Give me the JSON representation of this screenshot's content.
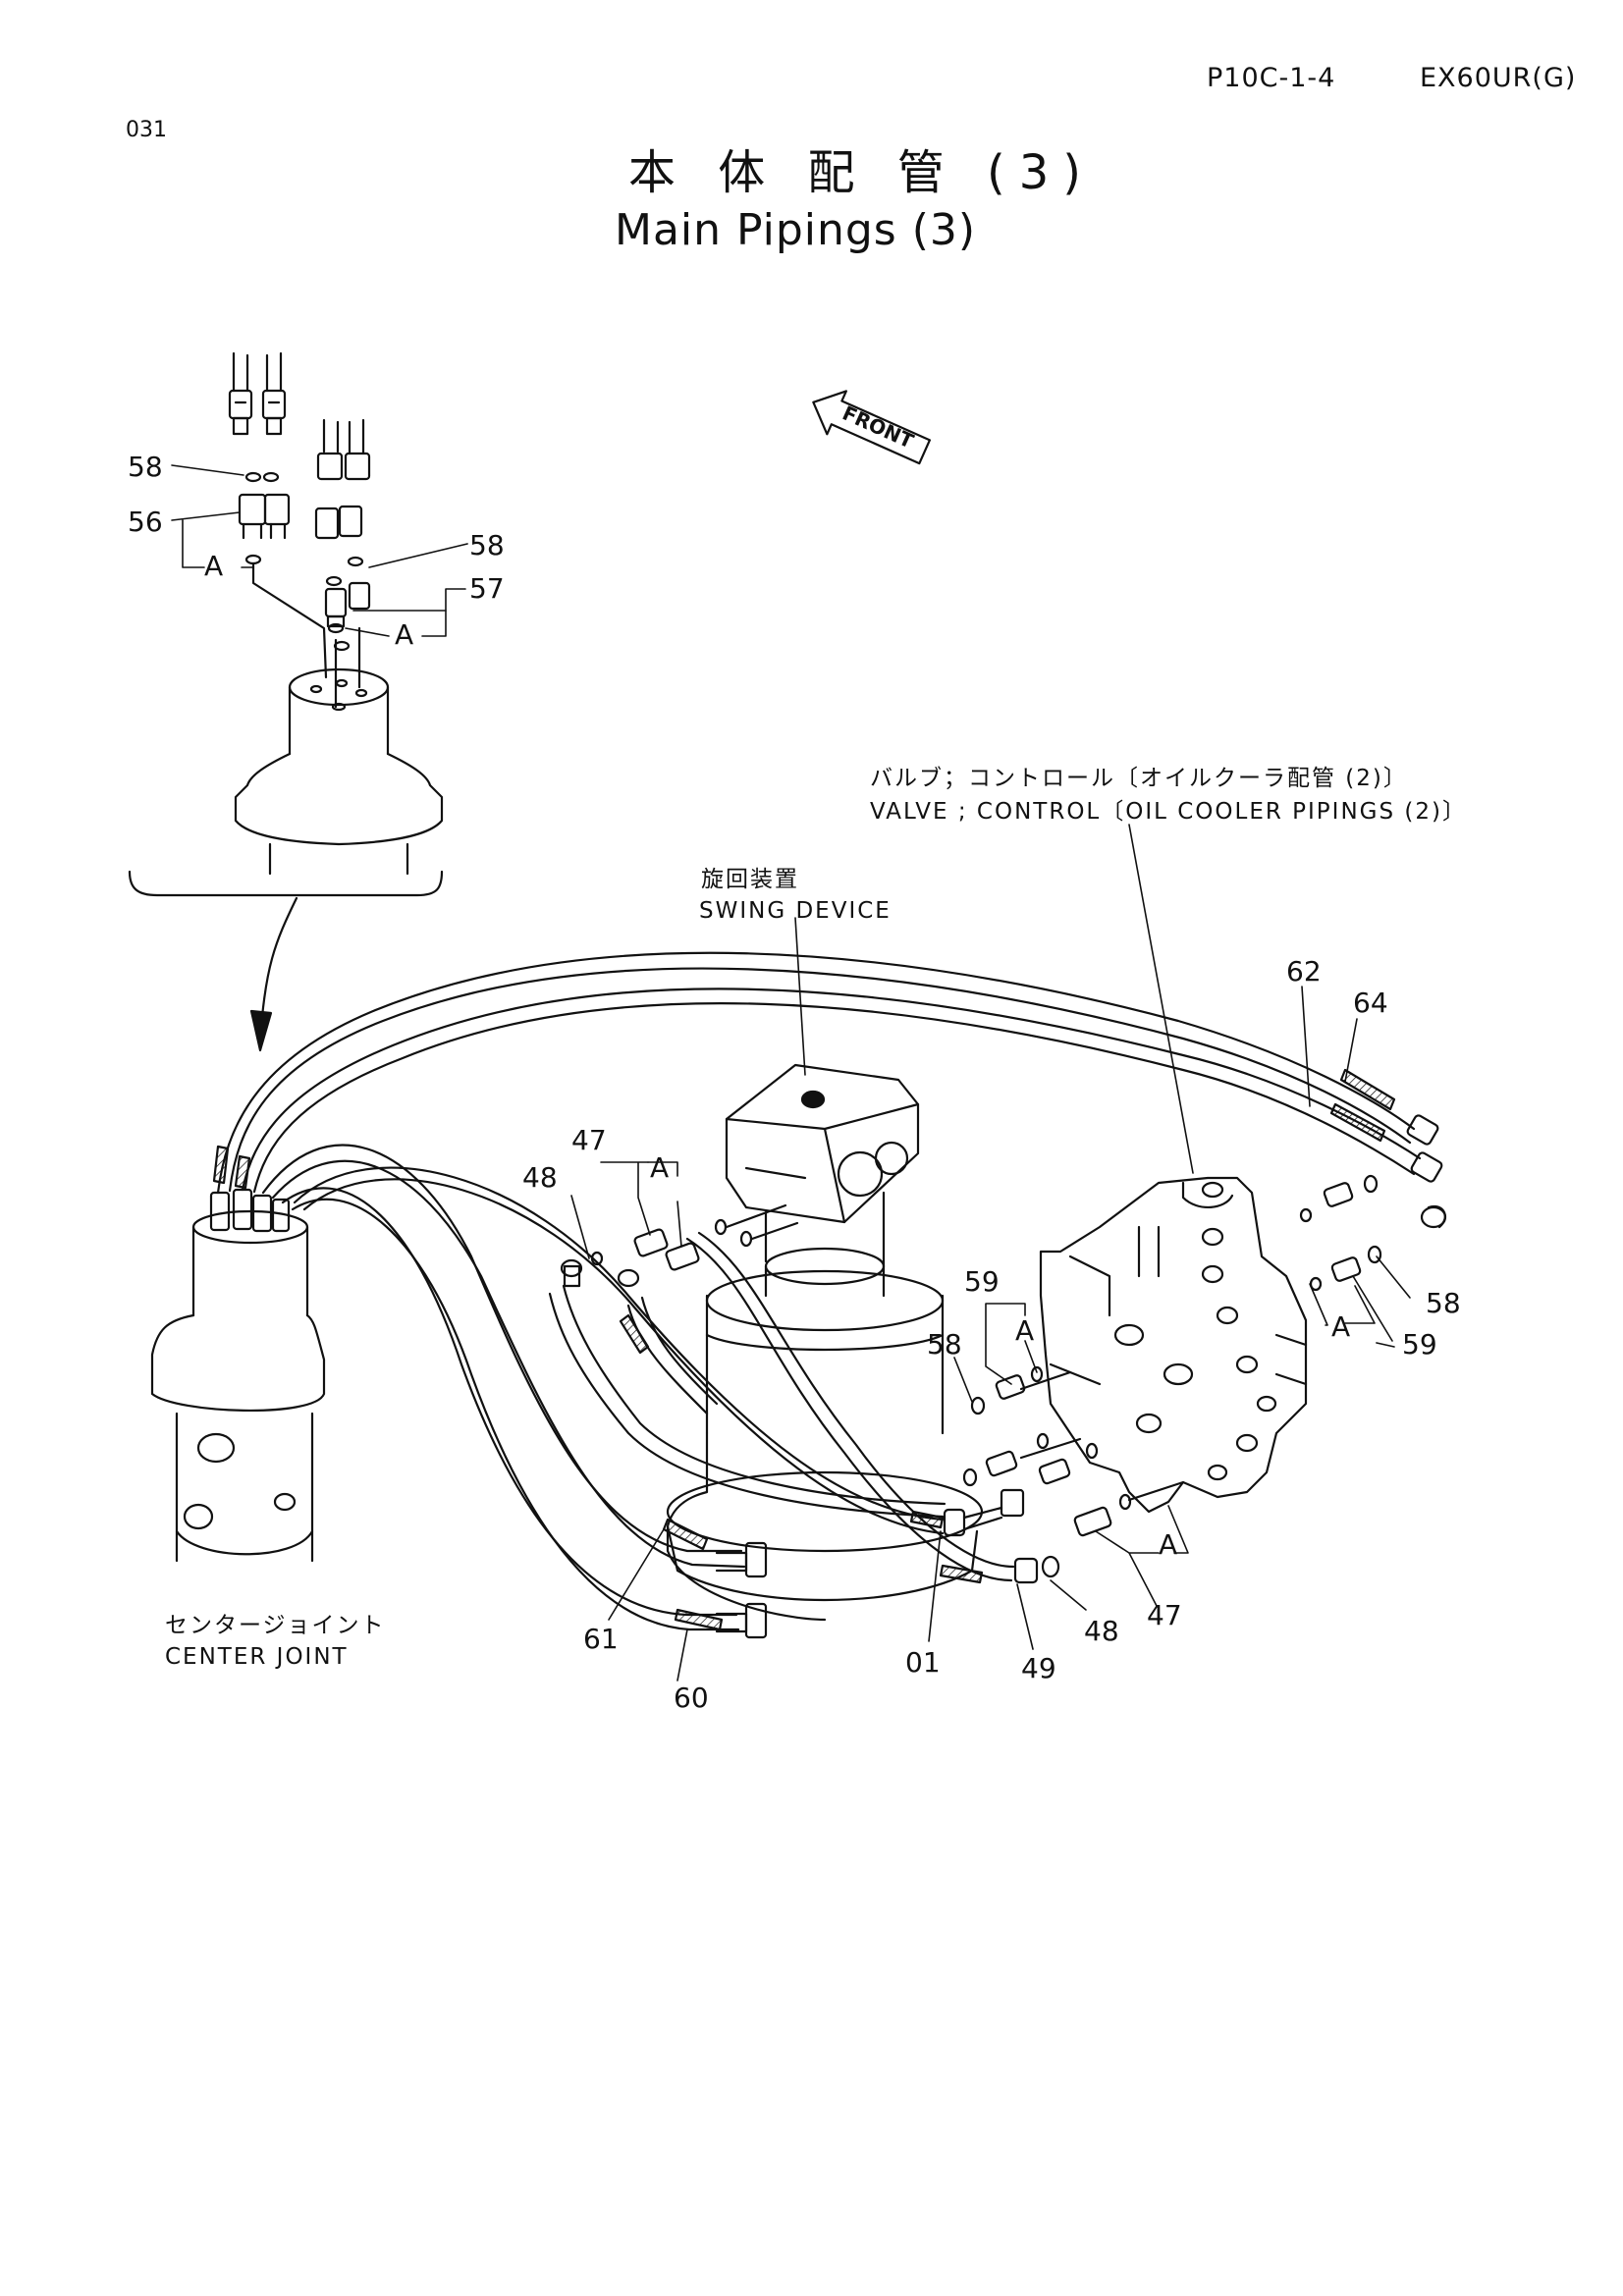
{
  "header": {
    "code": "P10C-1-4",
    "model": "EX60UR(G)",
    "page_number": "031"
  },
  "title": {
    "japanese": "本 体 配 管 (3)",
    "english": "Main Pipings (3)"
  },
  "labels": {
    "front": "FRONT",
    "valve_jp": "バルブ；コントロール〔オイルクーラ配管 (2)〕",
    "valve_en": "VALVE ; CONTROL〔OIL COOLER PIPINGS (2)〕",
    "swing_jp": "旋回装置",
    "swing_en": "SWING DEVICE",
    "center_jp": "センタージョイント",
    "center_en": "CENTER JOINT"
  },
  "callouts": {
    "c58_inset_left": "58",
    "c56": "56",
    "a_inset_left": "A",
    "c58_inset_right": "58",
    "c57": "57",
    "a_inset_right": "A",
    "c62": "62",
    "c64": "64",
    "c47_top": "47",
    "a_top": "A",
    "c48_top": "48",
    "c59_left": "59",
    "a_mid": "A",
    "c58_mid": "58",
    "c58_right": "58",
    "a_right": "A",
    "c59_right": "59",
    "a_bottom": "A",
    "c47_bottom": "47",
    "c48_bottom": "48",
    "c49": "49",
    "c01": "01",
    "c61": "61",
    "c60": "60"
  }
}
